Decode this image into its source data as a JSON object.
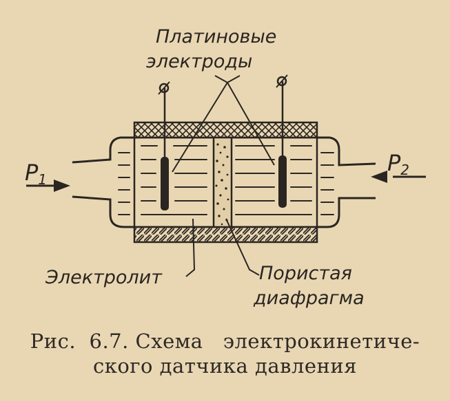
{
  "labels": {
    "electrodes_line1": "Платиновые",
    "electrodes_line2": "электроды",
    "p1_main": "P",
    "p1_sub": "1",
    "p2_main": "P",
    "p2_sub": "2",
    "electrolyte": "Электролит",
    "diaphragm_line1": "Пористая",
    "diaphragm_line2": "диафрагма"
  },
  "caption": {
    "line1": "Рис.  6.7. Схема   электрокинетиче-",
    "line2": "ского датчика давления"
  },
  "colors": {
    "paper": "#e9d7b4",
    "ink": "#2a2520"
  }
}
